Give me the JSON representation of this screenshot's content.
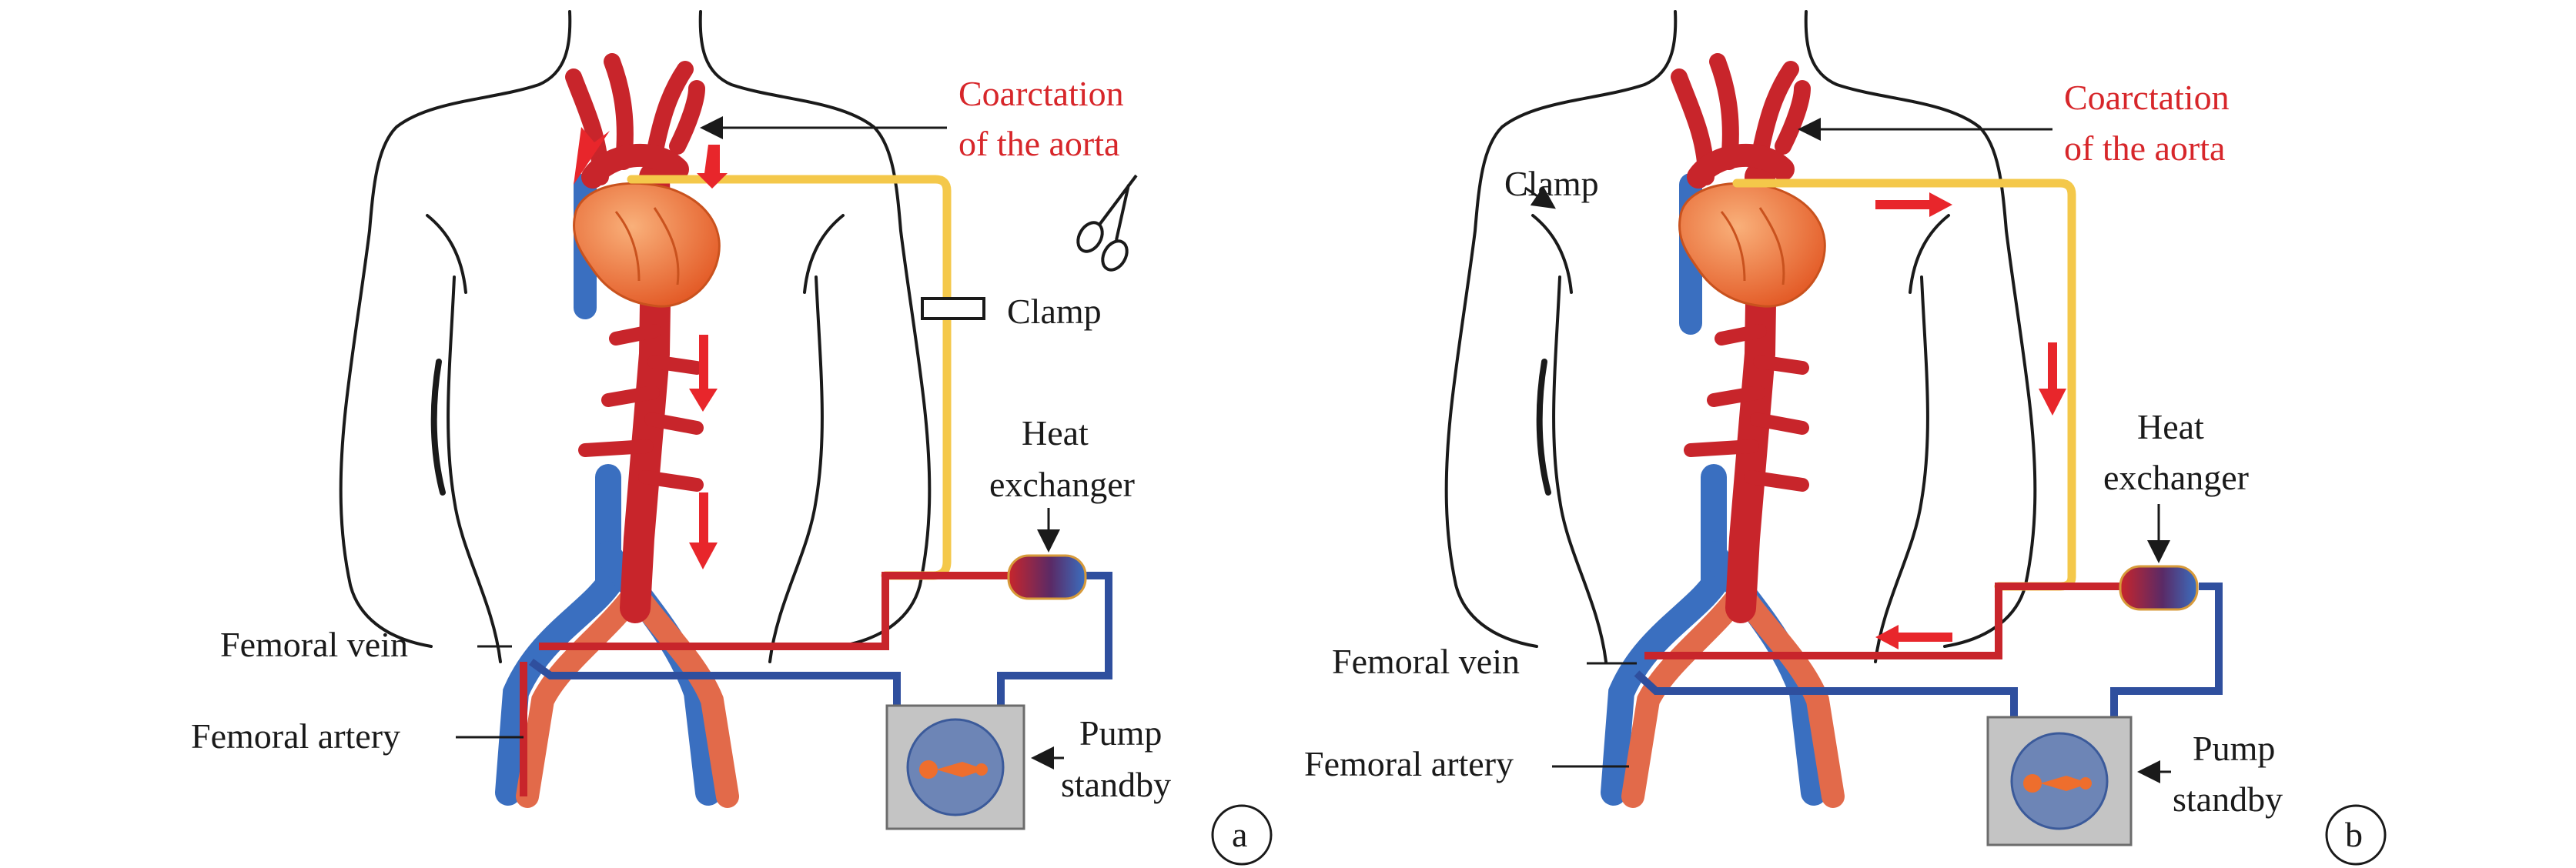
{
  "panels": [
    {
      "id": "a",
      "letter": "a",
      "labels": {
        "coarctation_line1": "Coarctation",
        "coarctation_line2": "of the aorta",
        "clamp": "Clamp",
        "heat_line1": "Heat",
        "heat_line2": "exchanger",
        "femoral_vein": "Femoral vein",
        "femoral_artery": "Femoral artery",
        "pump_line1": "Pump",
        "pump_line2": "standby"
      }
    },
    {
      "id": "b",
      "letter": "b",
      "labels": {
        "coarctation_line1": "Coarctation",
        "coarctation_line2": "of the aorta",
        "clamp": "Clamp",
        "heat_line1": "Heat",
        "heat_line2": "exchanger",
        "femoral_vein": "Femoral vein",
        "femoral_artery": "Femoral artery",
        "pump_line1": "Pump",
        "pump_line2": "standby"
      }
    }
  ],
  "colors": {
    "artery": "#c8252b",
    "artery_light": "#e26a4a",
    "vein": "#3a6fc0",
    "vein_light": "#6c9fdc",
    "yellow_line": "#f4c84a",
    "navy_line": "#2f4f9e",
    "heart": "#ef7a3a",
    "pump_box": "#c4c4c4",
    "pump_circle": "#6d85b6",
    "arrow_red": "#e8262b",
    "label_red": "#d7262a"
  }
}
